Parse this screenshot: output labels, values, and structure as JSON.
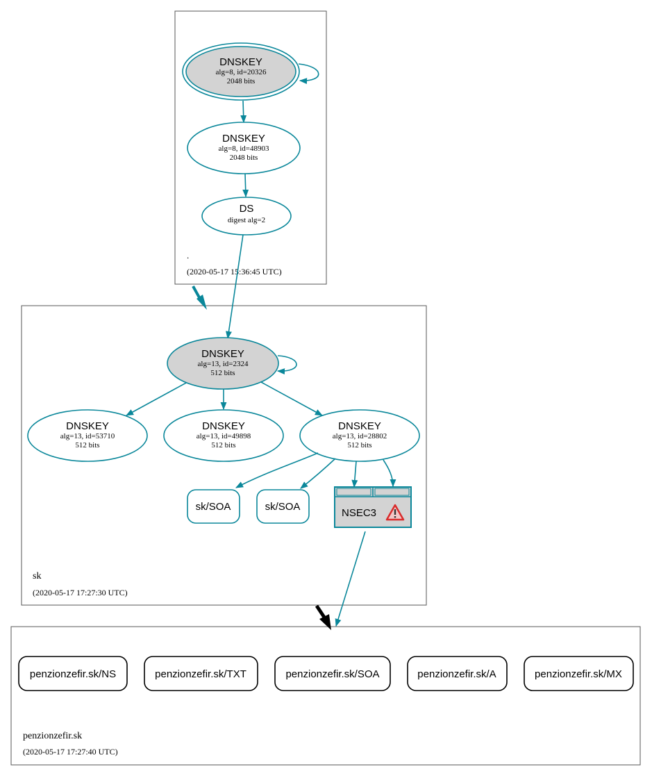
{
  "zones": {
    "root": {
      "name": ".",
      "timestamp": "(2020-05-17 15:36:45 UTC)"
    },
    "sk": {
      "name": "sk",
      "timestamp": "(2020-05-17 17:27:30 UTC)"
    },
    "penzionzefir": {
      "name": "penzionzefir.sk",
      "timestamp": "(2020-05-17 17:27:40 UTC)"
    }
  },
  "nodes": {
    "root_ksk": {
      "title": "DNSKEY",
      "line1": "alg=8, id=20326",
      "line2": "2048 bits"
    },
    "root_zsk": {
      "title": "DNSKEY",
      "line1": "alg=8, id=48903",
      "line2": "2048 bits"
    },
    "root_ds": {
      "title": "DS",
      "line1": "digest alg=2"
    },
    "sk_ksk": {
      "title": "DNSKEY",
      "line1": "alg=13, id=2324",
      "line2": "512 bits"
    },
    "sk_key1": {
      "title": "DNSKEY",
      "line1": "alg=13, id=53710",
      "line2": "512 bits"
    },
    "sk_key2": {
      "title": "DNSKEY",
      "line1": "alg=13, id=49898",
      "line2": "512 bits"
    },
    "sk_key3": {
      "title": "DNSKEY",
      "line1": "alg=13, id=28802",
      "line2": "512 bits"
    },
    "sk_soa1": {
      "label": "sk/SOA"
    },
    "sk_soa2": {
      "label": "sk/SOA"
    },
    "nsec3": {
      "label": "NSEC3"
    },
    "pz_ns": {
      "label": "penzionzefir.sk/NS"
    },
    "pz_txt": {
      "label": "penzionzefir.sk/TXT"
    },
    "pz_soa": {
      "label": "penzionzefir.sk/SOA"
    },
    "pz_a": {
      "label": "penzionzefir.sk/A"
    },
    "pz_mx": {
      "label": "penzionzefir.sk/MX"
    }
  },
  "colors": {
    "edge": "#0a879a",
    "key_fill": "#d3d3d3",
    "warning": "#d92b2b",
    "delegation_secure": "#0a879a",
    "delegation_insecure": "#000000"
  }
}
